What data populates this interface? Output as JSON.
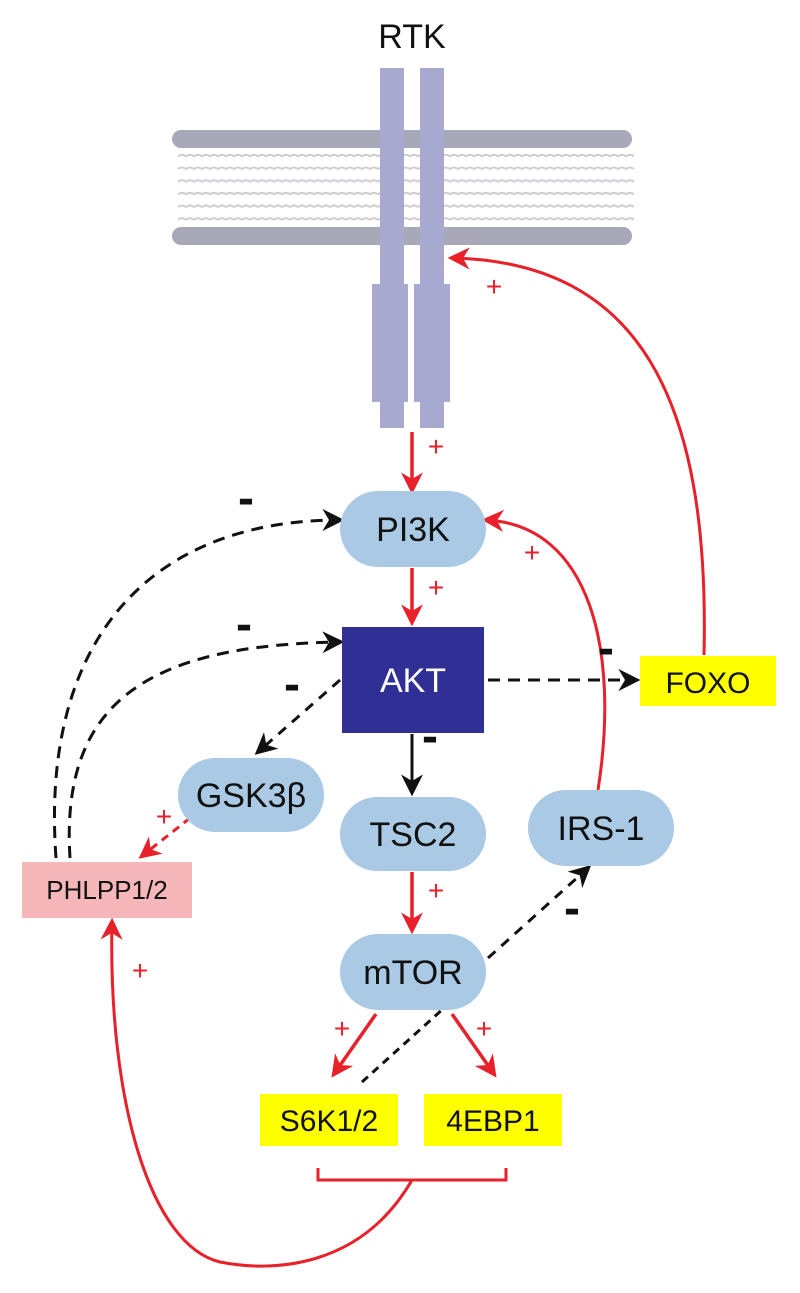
{
  "receptor": {
    "label": "RTK"
  },
  "nodes": {
    "pi3k": {
      "label": "PI3K"
    },
    "akt": {
      "label": "AKT"
    },
    "gsk3b": {
      "label": "GSK3β"
    },
    "tsc2": {
      "label": "TSC2"
    },
    "irs1": {
      "label": "IRS-1"
    },
    "mtor": {
      "label": "mTOR"
    },
    "foxo": {
      "label": "FOXO"
    },
    "phlpp": {
      "label": "PHLPP1/2"
    },
    "s6k": {
      "label": "S6K1/2"
    },
    "ebp1": {
      "label": "4EBP1"
    }
  },
  "signs": {
    "rtk_to_pi3k": "+",
    "pi3k_to_akt": "+",
    "foxo_to_rtk": "+",
    "irs1_to_pi3k": "+",
    "phlpp_to_pi3k": "-",
    "phlpp_to_akt": "-",
    "akt_to_gsk3b": "-",
    "akt_to_foxo": "-",
    "akt_to_tsc2": "-",
    "gsk3b_to_phlpp": "+",
    "tsc2_to_mtor": "+",
    "mtor_to_irs1": "-",
    "mtor_to_s6k": "+",
    "mtor_to_4ebp1": "+",
    "feedback_to_phlpp": "+"
  },
  "colors": {
    "activation": "#e8202a",
    "inhibition": "#111111",
    "oval_fill": "#a9c9e4",
    "akt_fill": "#2f2f96",
    "akt_text": "#ffffff",
    "target_fill": "#ffff00",
    "phlpp_fill": "#f5b7ba",
    "receptor_fill": "#a7a9d1",
    "membrane_head": "#a8a8b8",
    "membrane_tail": "#d2d2d8"
  }
}
